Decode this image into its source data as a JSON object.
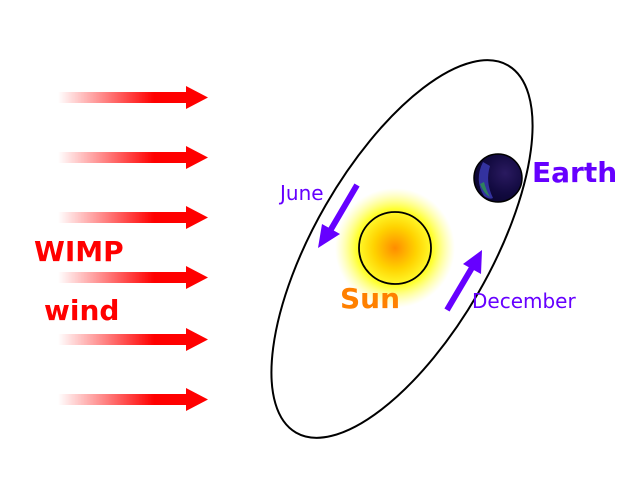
{
  "labels": {
    "wimp_line1": "WIMP",
    "wimp_line2": "wind",
    "sun": "Sun",
    "earth": "Earth",
    "june": "June",
    "december": "December"
  },
  "colors": {
    "wind": "#ff0000",
    "sun_text": "#ff8000",
    "sun_core": "#ff8c00",
    "sun_mid": "#ffee00",
    "earth_text": "#6600ff",
    "arrow": "#6600ff",
    "month_text": "#6600ff",
    "orbit": "#000000",
    "earth_body": "#1a1a4a"
  },
  "icons": {
    "wind_arrow": "right-arrow-icon",
    "motion_arrow": "orbit-direction-arrow-icon"
  }
}
